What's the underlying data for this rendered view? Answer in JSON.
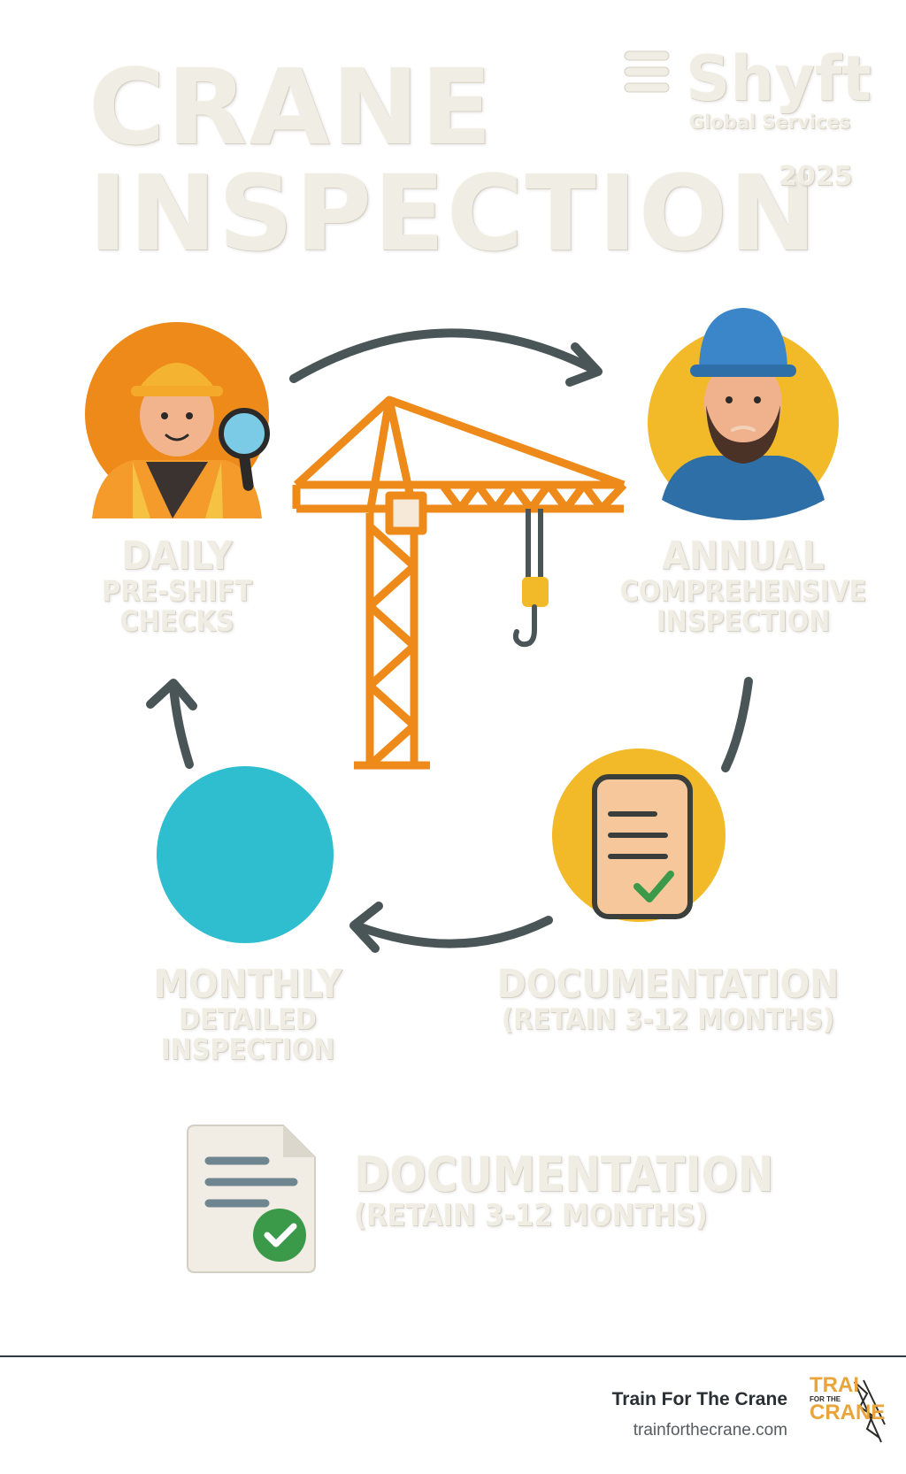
{
  "header": {
    "title_line1": "CRANE",
    "title_line2": "INSPECTION",
    "brand_name": "Shyft",
    "brand_sub": "Global Services",
    "year": "2025"
  },
  "cycle": {
    "daily": {
      "title": "DAILY",
      "line1": "PRE-SHIFT",
      "line2": "CHECKS"
    },
    "annual": {
      "title": "ANNUAL",
      "line1": "COMPREHENSIVE",
      "line2": "INSPECTION"
    },
    "monthly": {
      "title": "MONTHLY",
      "line1": "DETAILED",
      "line2": "INSPECTION"
    },
    "documentation": {
      "title": "DOCUMENTATION",
      "line1": "(RETAIN 3-12 MONTHS)"
    }
  },
  "documentation_block": {
    "title": "DOCUMENTATION",
    "line1": "(RETAIN 3-12 MONTHS)"
  },
  "footer": {
    "name": "Train For The Crane",
    "url": "trainforthecrane.com",
    "logo_line1": "TRAI",
    "logo_line2": "CRANE",
    "logo_small": "FOR THE"
  },
  "colors": {
    "orange": "#ee8a1a",
    "yellow": "#f2b928",
    "teal": "#2fbdd0",
    "arrow": "#4a5558",
    "footer_line": "#2f3a43"
  }
}
